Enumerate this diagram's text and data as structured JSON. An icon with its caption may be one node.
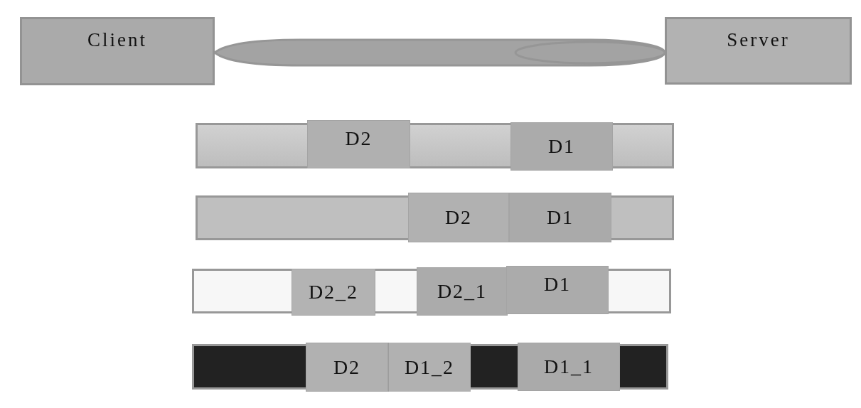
{
  "diagram": {
    "nodes": [
      {
        "text": [
          "Client"
        ]
      },
      {
        "text": [
          "Server"
        ]
      },
      {
        "text": [],
        "shape": "bar"
      },
      {
        "text": [
          "D2"
        ],
        "in": 2
      },
      {
        "text": [
          "D1"
        ],
        "in": 2
      },
      {
        "text": [],
        "shape": "bar"
      },
      {
        "text": [
          "D2"
        ],
        "in": 5
      },
      {
        "text": [
          "D1"
        ],
        "in": 5
      },
      {
        "text": [],
        "shape": "bar"
      },
      {
        "text": [
          "D2_2"
        ],
        "in": 8
      },
      {
        "text": [
          "D2_1"
        ],
        "in": 8
      },
      {
        "text": [
          "D1"
        ],
        "in": 8
      },
      {
        "text": [],
        "shape": "bar"
      },
      {
        "text": [
          "D2"
        ],
        "in": 12
      },
      {
        "text": [
          "D1_2"
        ],
        "in": 12
      },
      {
        "text": [
          "D1_1"
        ],
        "in": 12
      }
    ],
    "edges": [
      {
        "from": 0,
        "to": 1,
        "arrow": "none"
      }
    ]
  }
}
